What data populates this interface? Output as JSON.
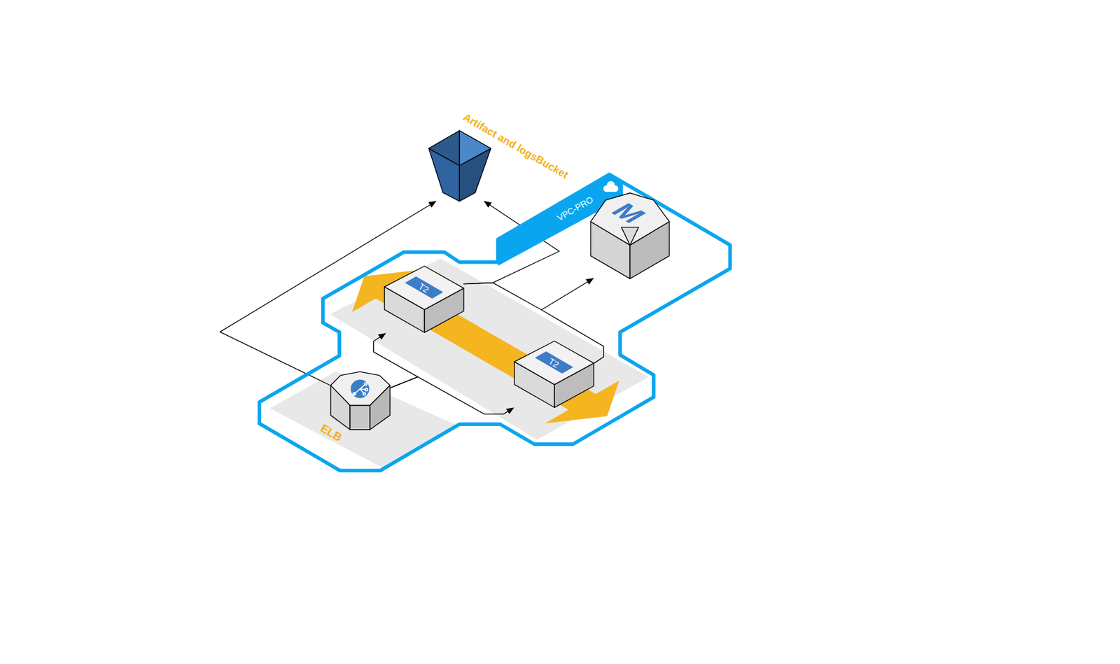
{
  "diagram": {
    "nodes": [
      {
        "text": [
          "Artifact and logsBucket"
        ]
      },
      {
        "text": [
          "VPC-PRO"
        ]
      },
      {
        "text": [
          "M"
        ],
        "in": 1
      },
      {
        "text": [
          "T2"
        ],
        "in": 1
      },
      {
        "text": [
          "T2"
        ],
        "in": 1
      },
      {
        "text": [
          "ELB"
        ],
        "in": 1
      }
    ],
    "edges": [
      {
        "from": 5,
        "to": 0,
        "arrow": "to"
      },
      {
        "from": 3,
        "to": 0,
        "arrow": "to"
      },
      {
        "from": 5,
        "to": 3,
        "arrow": "to"
      },
      {
        "from": 5,
        "to": 4,
        "arrow": "to"
      },
      {
        "from": 3,
        "to": 2,
        "arrow": "to"
      }
    ]
  }
}
